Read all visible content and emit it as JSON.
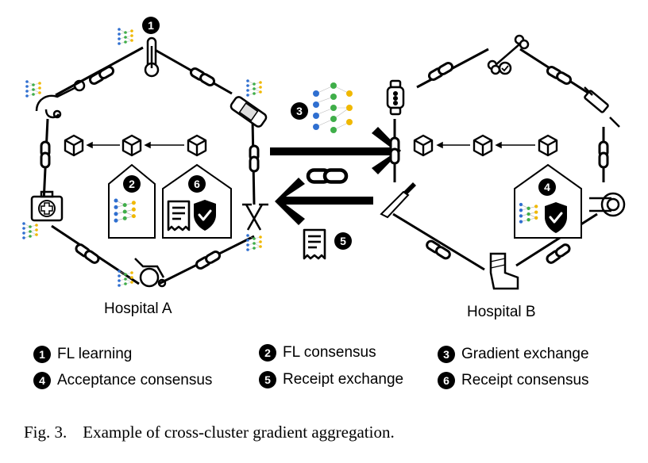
{
  "hospitals": {
    "a_label": "Hospital A",
    "b_label": "Hospital B"
  },
  "markers": [
    "1",
    "2",
    "3",
    "4",
    "5",
    "6"
  ],
  "legend": [
    {
      "num": "1",
      "label": "FL learning"
    },
    {
      "num": "2",
      "label": "FL consensus"
    },
    {
      "num": "3",
      "label": "Gradient exchange"
    },
    {
      "num": "4",
      "label": "Acceptance consensus"
    },
    {
      "num": "5",
      "label": "Receipt exchange"
    },
    {
      "num": "6",
      "label": "Receipt consensus"
    }
  ],
  "caption": {
    "figure": "Fig. 3.",
    "text": "Example of cross-cluster gradient aggregation."
  },
  "icons": [
    "thermometer-icon",
    "stethoscope-icon",
    "bandage-icon",
    "first-aid-kit-icon",
    "crutches-icon",
    "wheelchair-icon",
    "smartwatch-icon",
    "bone-icon",
    "syringe-icon",
    "scalpel-icon",
    "scanner-icon",
    "leg-cast-icon",
    "block-icon",
    "neural-network-icon",
    "receipt-icon",
    "shield-check-icon",
    "chain-link-icon"
  ]
}
